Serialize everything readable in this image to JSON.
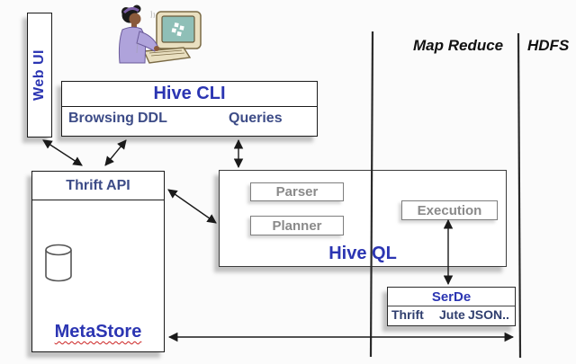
{
  "colors": {
    "royal_blue": "#2B35B2",
    "slate_blue": "#3D4C87",
    "navy": "#2F3E6E",
    "gray_label": "#8A8A8A",
    "region_ink": "#111111",
    "squiggle_red": "#CC2222"
  },
  "web_ui": {
    "label": "Web UI"
  },
  "hive_cli": {
    "title": "Hive CLI",
    "tabs": [
      "Browsing",
      "DDL",
      "Queries"
    ]
  },
  "metastore": {
    "header": "Thrift API",
    "label": "MetaStore",
    "icon": "database-cylinder-icon"
  },
  "hive_ql": {
    "label": "Hive QL",
    "components": [
      "Parser",
      "Planner"
    ],
    "execution": "Execution"
  },
  "serde": {
    "title": "SerDe",
    "formats": [
      "Thrift",
      "Jute",
      "JSON.."
    ]
  },
  "regions": {
    "map_reduce": "Map Reduce",
    "hdfs": "HDFS"
  },
  "illustration": "person-using-computer"
}
